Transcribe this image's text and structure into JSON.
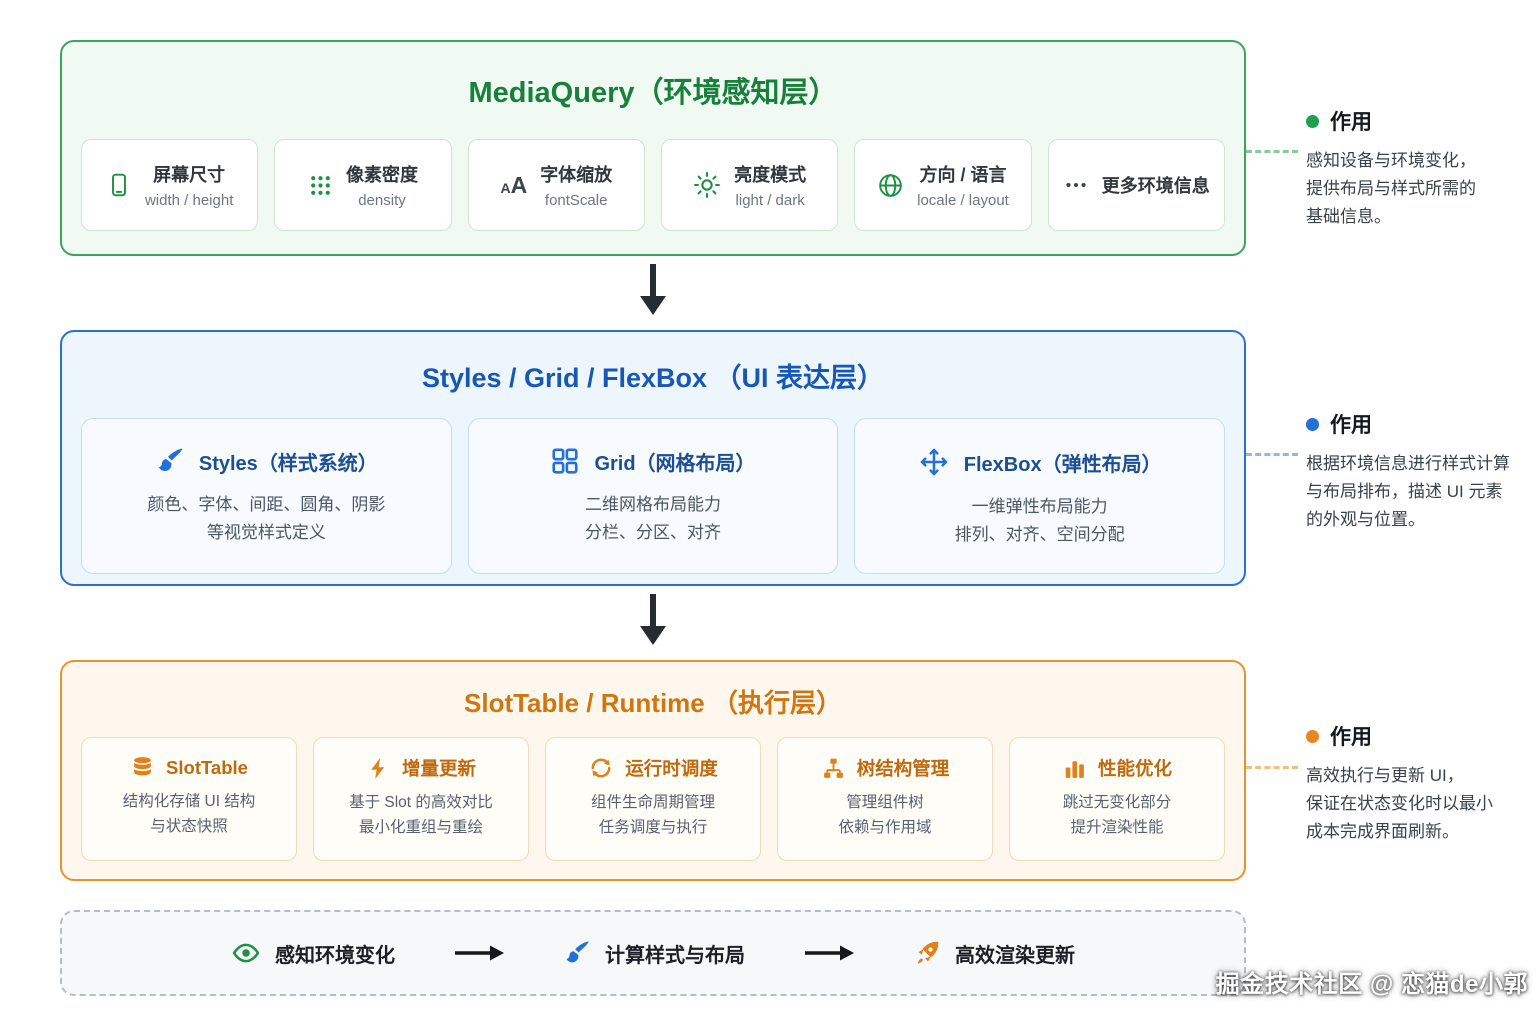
{
  "layers": {
    "env": {
      "title": "MediaQuery（环境感知层）",
      "accent": "#2da44e",
      "cards": [
        {
          "icon": "phone-icon",
          "title": "屏幕尺寸",
          "subtitle": "width / height"
        },
        {
          "icon": "pixel-density-icon",
          "title": "像素密度",
          "subtitle": "density"
        },
        {
          "icon": "font-scale-icon",
          "title": "字体缩放",
          "subtitle": "fontScale"
        },
        {
          "icon": "brightness-icon",
          "title": "亮度模式",
          "subtitle": "light / dark"
        },
        {
          "icon": "globe-icon",
          "title": "方向 / 语言",
          "subtitle": "locale / layout"
        },
        {
          "icon": "ellipsis-icon",
          "title": "更多环境信息"
        }
      ],
      "annotation": {
        "label": "作用",
        "lines": [
          "感知设备与环境变化，",
          "提供布局与样式所需的",
          "基础信息。"
        ]
      }
    },
    "ui": {
      "title": "Styles / Grid / FlexBox （UI 表达层）",
      "accent": "#2270d8",
      "cards": [
        {
          "icon": "brush-icon",
          "title": "Styles（样式系统）",
          "lines": [
            "颜色、字体、间距、圆角、阴影",
            "等视觉样式定义"
          ]
        },
        {
          "icon": "grid-icon",
          "title": "Grid（网格布局）",
          "lines": [
            "二维网格布局能力",
            "分栏、分区、对齐"
          ]
        },
        {
          "icon": "move-arrows-icon",
          "title": "FlexBox（弹性布局）",
          "lines": [
            "一维弹性布局能力",
            "排列、对齐、空间分配"
          ]
        }
      ],
      "annotation": {
        "label": "作用",
        "lines": [
          "根据环境信息进行样式计算",
          "与布局排布，描述 UI 元素",
          "的外观与位置。"
        ]
      }
    },
    "runtime": {
      "title": "SlotTable / Runtime （执行层）",
      "accent": "#e8871e",
      "cards": [
        {
          "icon": "database-icon",
          "title": "SlotTable",
          "lines": [
            "结构化存储 UI 结构",
            "与状态快照"
          ]
        },
        {
          "icon": "lightning-icon",
          "title": "增量更新",
          "lines": [
            "基于 Slot 的高效对比",
            "最小化重组与重绘"
          ]
        },
        {
          "icon": "refresh-icon",
          "title": "运行时调度",
          "lines": [
            "组件生命周期管理",
            "任务调度与执行"
          ]
        },
        {
          "icon": "tree-icon",
          "title": "树结构管理",
          "lines": [
            "管理组件树",
            "依赖与作用域"
          ]
        },
        {
          "icon": "bar-chart-icon",
          "title": "性能优化",
          "lines": [
            "跳过无变化部分",
            "提升渲染性能"
          ]
        }
      ],
      "annotation": {
        "label": "作用",
        "lines": [
          "高效执行与更新 UI，",
          "保证在状态变化时以最小",
          "成本完成界面刷新。"
        ]
      }
    }
  },
  "flow": {
    "items": [
      {
        "icon": "eye-icon",
        "label": "感知环境变化"
      },
      {
        "icon": "brush-icon",
        "label": "计算样式与布局"
      },
      {
        "icon": "rocket-icon",
        "label": "高效渲染更新"
      }
    ]
  },
  "watermark": "掘金技术社区 @ 恋猫de小郭"
}
